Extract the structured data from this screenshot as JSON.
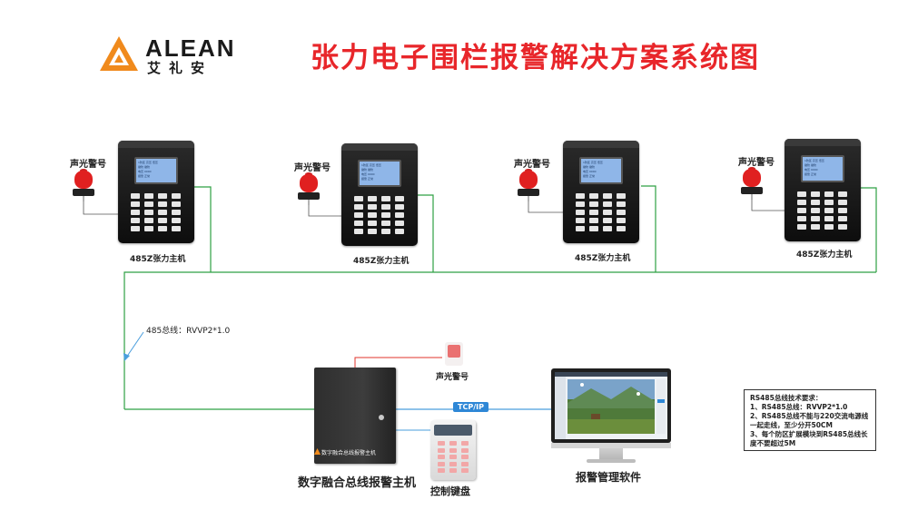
{
  "logo": {
    "brand_en": "ALEAN",
    "brand_cn": "艾礼安",
    "mark_color": "#f08a1c"
  },
  "title": "张力电子围栏报警解决方案系统图",
  "colors": {
    "title": "#e8262a",
    "wire": "#2ea043",
    "link": "#4a9edd",
    "bus_arrow": "#4a9edd"
  },
  "hosts": [
    {
      "label": "485Z张力主机",
      "siren_label": "声光警号"
    },
    {
      "label": "485Z张力主机",
      "siren_label": "声光警号"
    },
    {
      "label": "485Z张力主机",
      "siren_label": "声光警号"
    },
    {
      "label": "485Z张力主机",
      "siren_label": "声光警号"
    }
  ],
  "host_screen": {
    "line1": "1防区  高压  低压",
    "line2": "撤防  撤防",
    "line3": "电压  0000",
    "line4": "报警  正常"
  },
  "bus_label": "485总线：RVVP2*1.0",
  "panel": {
    "badge": "数字融合总线报警主机",
    "label": "数字融合总线报警主机"
  },
  "siren_main_label": "声光警号",
  "keypad_label": "控制键盘",
  "link_label": "TCP/IP",
  "monitor_label": "报警管理软件",
  "notes": {
    "title": "RS485总线技术要求：",
    "lines": [
      "1、RS485总线：RVVP2*1.0",
      "2、RS485总线不能与220交流电源线",
      "一起走线，至少分开50CM",
      "3、每个防区扩展模块到RS485总线长",
      "度不要超过5M"
    ]
  }
}
